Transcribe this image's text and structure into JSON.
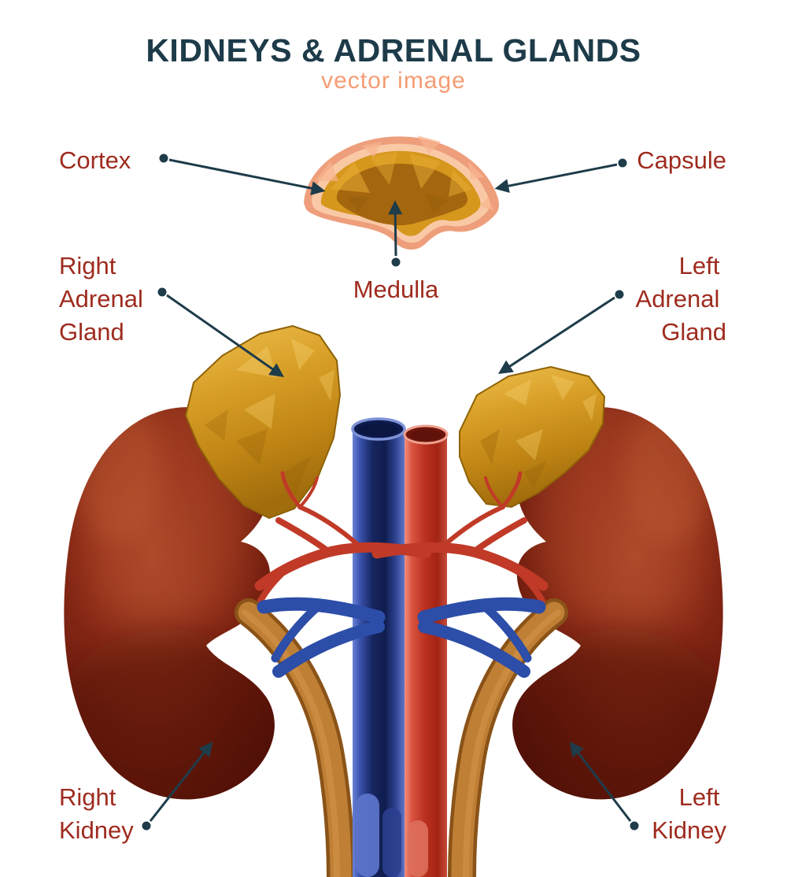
{
  "title": "KIDNEYS & ADRENAL GLANDS",
  "subtitle": "vector image",
  "labels": {
    "cortex": "Cortex",
    "capsule": "Capsule",
    "medulla": "Medulla",
    "right_adrenal": [
      "Right",
      "Adrenal",
      "Gland"
    ],
    "left_adrenal": [
      "Left",
      "Adrenal",
      "Gland"
    ],
    "right_kidney": [
      "Right",
      "Kidney"
    ],
    "left_kidney": [
      "Left",
      "Kidney"
    ]
  },
  "colors": {
    "title": "#1d3b49",
    "subtitle": "#f59c73",
    "label": "#9e2b1e",
    "arrow": "#1e3c4a",
    "kidney": "#7c2114",
    "adrenal_gland": "#d79a24",
    "capsule_layer": "#ee9e7b",
    "cortex_layer": "#d6971d",
    "medulla_layer": "#a4670f",
    "vena_cava": "#16245f",
    "aorta": "#b92f1e",
    "ureter": "#bf7f35",
    "renal_vein": "#2c4da8",
    "renal_artery": "#c03a27"
  }
}
